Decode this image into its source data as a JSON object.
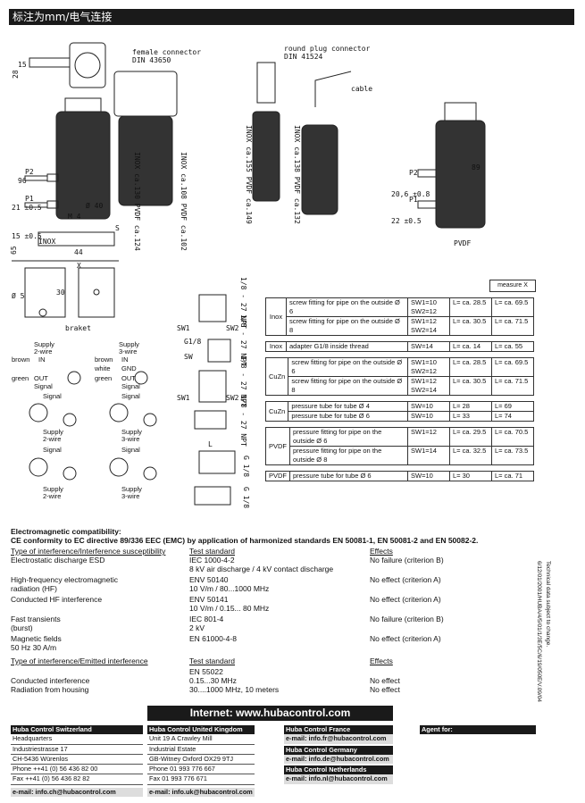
{
  "header": {
    "title": "标注为mm/电气连接"
  },
  "drawings": {
    "female_connector": "female connector",
    "female_connector_din": "DIN 43650",
    "round_plug": "round plug connector",
    "round_plug_din": "DIN 41524",
    "cable": "cable",
    "p1": "P1",
    "p2": "P2",
    "inox": "INOX",
    "pvdf": "PVDF",
    "braket": "braket",
    "dim_15": "15",
    "dim_28": "28",
    "dim_96": "96",
    "dim_21": "21 ±0.5",
    "dim_15b": "15 ±0.5",
    "dim_phi40": "Ø 40",
    "dim_m4": "M 4",
    "dim_44": "44",
    "dim_x": "X",
    "dim_s": "S",
    "inox_130": "INOX ca.130  PVDF ca.124",
    "inox_108": "INOX ca.108  PVDF ca.102",
    "inox_155": "INOX ca.155  PVDF ca.149",
    "inox_138": "INOX ca.138  PVDF ca.132",
    "dim_89": "89",
    "dim_20": "20,6 ±0.8",
    "dim_22": "22 ±0.5",
    "dim_30": "30",
    "dim_phi5": "Ø 5",
    "dim_65": "65",
    "npt1": "1/8 - 27 NPT",
    "npt2": "1/8 - 27 NPT",
    "npt3": "1/8 - 27 NPT",
    "npt4": "1/8 - 27 NPT",
    "g18a": "G 1/8",
    "g18b": "G 1/8",
    "g18c": "G1/8",
    "sw1a": "SW1",
    "sw2a": "SW2",
    "sw": "SW",
    "sw1b": "SW1",
    "sw2b": "SW2",
    "l": "L"
  },
  "wiring": {
    "supply": "Supply",
    "two_wire": "2-wire",
    "three_wire": "3-wire",
    "brown": "brown",
    "green": "green",
    "white": "white",
    "in": "IN",
    "out": "OUT",
    "gnd": "GND",
    "signal": "Signal",
    "plus": "+",
    "minus": "-"
  },
  "measure_label": "measure X",
  "fittings": [
    {
      "mat": "Inox",
      "rows": [
        {
          "desc": "screw fitting for pipe on the outside Ø 6",
          "sw": "SW1=10 SW2=12",
          "l1": "L= ca. 28.5",
          "l2": "L= ca. 69.5"
        },
        {
          "desc": "screw fitting for pipe on the outside Ø 8",
          "sw": "SW1=12 SW2=14",
          "l1": "L= ca. 30.5",
          "l2": "L= ca. 71.5"
        }
      ]
    },
    {
      "mat": "Inox",
      "rows": [
        {
          "desc": "adapter G1/8 inside thread",
          "sw": "SW=14",
          "l1": "L= ca. 14",
          "l2": "L= ca. 55"
        }
      ]
    },
    {
      "mat": "CuZn",
      "rows": [
        {
          "desc": "screw fitting for pipe on the outside Ø 6",
          "sw": "SW1=10 SW2=12",
          "l1": "L= ca. 28.5",
          "l2": "L= ca. 69.5"
        },
        {
          "desc": "screw fitting for pipe on the outside Ø 8",
          "sw": "SW1=12 SW2=14",
          "l1": "L= ca. 30.5",
          "l2": "L= ca. 71.5"
        }
      ]
    },
    {
      "mat": "CuZn",
      "rows": [
        {
          "desc": "pressure tube for tube Ø 4",
          "sw": "SW=10",
          "l1": "L=  28",
          "l2": "L= 69"
        },
        {
          "desc": "pressure tube for tube Ø 6",
          "sw": "SW=10",
          "l1": "L=  33",
          "l2": "L= 74"
        }
      ]
    },
    {
      "mat": "PVDF",
      "rows": [
        {
          "desc": "pressure fitting for pipe on the outside Ø 6",
          "sw": "SW1=12",
          "l1": "L= ca. 29.5",
          "l2": "L= ca. 70.5"
        },
        {
          "desc": "pressure fitting for pipe on the outside Ø 8",
          "sw": "SW1=14",
          "l1": "L= ca. 32.5",
          "l2": "L= ca. 73.5"
        }
      ]
    },
    {
      "mat": "PVDF",
      "rows": [
        {
          "desc": "pressure tube for tube Ø 6",
          "sw": "SW=10",
          "l1": "L= 30",
          "l2": "L= ca. 71"
        }
      ]
    }
  ],
  "emc": {
    "title": "Electromagnetic compatibility:",
    "subtitle": "CE conformity to EC directive 89/336 EEC (EMC) by application of harmonized standards EN 50081-1, EN 50081-2 and EN 50082-2.",
    "h1": "Type of interference/Interference susceptibility",
    "h2": "Test standard",
    "h3": "Effects",
    "rows": [
      {
        "a": "Electrostatic discharge ESD",
        "b": "IEC 1000-4-2\n8 kV air discharge / 4 kV contact discharge",
        "c": "No failure (criterion B)"
      },
      {
        "a": "High-frequency electromagnetic\nradiation (HF)",
        "b": "ENV 50140\n10 V/m / 80...1000 MHz",
        "c": "No effect (criterion A)"
      },
      {
        "a": "Conducted HF interference",
        "b": "ENV 50141\n10 V/m / 0.15... 80 MHz",
        "c": "No effect (criterion A)"
      },
      {
        "a": "Fast transients\n(burst)",
        "b": "IEC 801-4\n2 kV",
        "c": "No failure (criterion B)"
      },
      {
        "a": "Magnetic fields\n50 Hz 30 A/m",
        "b": "EN 61000-4-8",
        "c": "No effect (criterion A)"
      }
    ],
    "h4": "Type of interference/Emitted interference",
    "h5": "Test standard",
    "h6": "Effects",
    "em_std": "EN 55022",
    "em_rows": [
      {
        "a": "Conducted interference",
        "b": "0.15...30 MHz",
        "c": "No effect"
      },
      {
        "a": "Radiation from housing",
        "b": "30....1000 MHz, 10 meters",
        "c": "No effect"
      }
    ]
  },
  "side_note": {
    "line1": "6/12/01/2001/HUBA/4/5/01/1/3E/5C/6/19/050E/V.09/04",
    "line2": "Technical data subject to change."
  },
  "internet": "Internet: www.hubacontrol.com",
  "footer": {
    "ch": {
      "head": "Huba Control Switzerland",
      "l1": "Headquarters",
      "l2": "Industriestrasse 17",
      "l3": "CH-5436 Würenlos",
      "l4": "Phone ++41 (0) 56 436 82 00",
      "l5": "Fax      ++41 (0) 56 436 82 82",
      "mail": "e-mail: info.ch@hubacontrol.com"
    },
    "uk": {
      "head": "Huba Control United Kingdom",
      "l1": "Unit 19 A Crawley Mill",
      "l2": "Industrial Estate",
      "l3": "GB-Witney Oxford OX29 9TJ",
      "l4": "Phone              01 993 776 667",
      "l5": "Fax                 01 993 776 671",
      "mail": "e-mail: info.uk@hubacontrol.com"
    },
    "fr": {
      "head": "Huba Control France",
      "mail": "e-mail: info.fr@hubacontrol.com"
    },
    "de": {
      "head": "Huba Control Germany",
      "mail": "e-mail: info.de@hubacontrol.com"
    },
    "nl": {
      "head": "Huba Control Netherlands",
      "mail": "e-mail: info.nl@hubacontrol.com"
    },
    "agent": "Agent for:"
  }
}
